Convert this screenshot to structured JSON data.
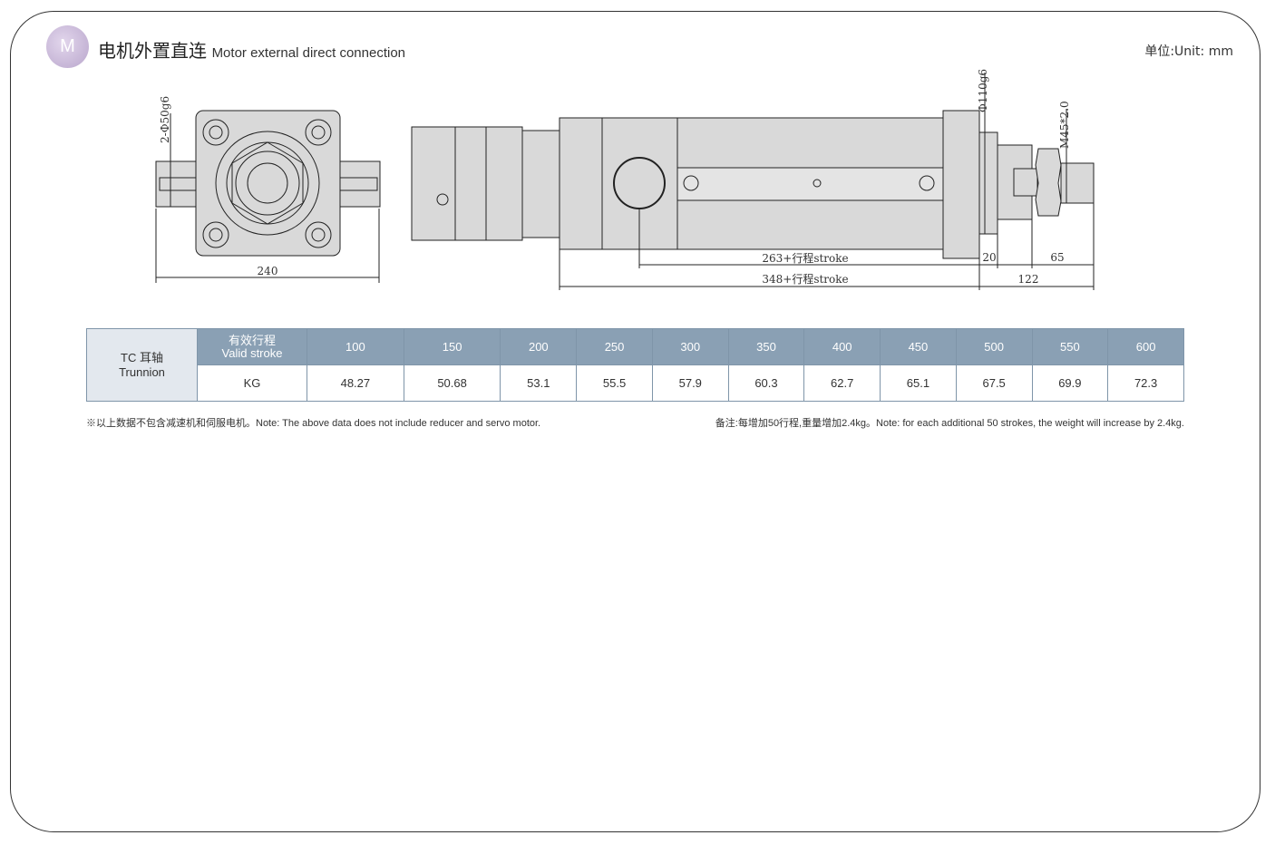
{
  "header": {
    "badge": "M",
    "title_cn": "电机外置直连",
    "title_en": "Motor external direct connection",
    "unit": "单位:Unit: mm"
  },
  "drawing": {
    "dim_shaft": "2-Φ50g6",
    "dim_width": "240",
    "dim_flange": "Φ110g6",
    "dim_thread": "M45*2.0",
    "dim_263": "263+行程stroke",
    "dim_348": "348+行程stroke",
    "dim_20": "20",
    "dim_65": "65",
    "dim_122": "122"
  },
  "table": {
    "lead_cn": "TC 耳轴",
    "lead_en": "Trunnion",
    "stroke_cn": "有效行程",
    "stroke_en": "Valid stroke",
    "weight_label": "KG",
    "strokes": [
      "100",
      "150",
      "200",
      "250",
      "300",
      "350",
      "400",
      "450",
      "500",
      "550",
      "600"
    ],
    "weights": [
      "48.27",
      "50.68",
      "53.1",
      "55.5",
      "57.9",
      "60.3",
      "62.7",
      "65.1",
      "67.5",
      "69.9",
      "72.3"
    ]
  },
  "notes": {
    "left": "※以上数据不包含减速机和伺服电机。Note: The above data does not include reducer and servo motor.",
    "right": "备注:每增加50行程,重量增加2.4kg。Note: for each additional 50 strokes, the weight will increase by 2.4kg."
  }
}
